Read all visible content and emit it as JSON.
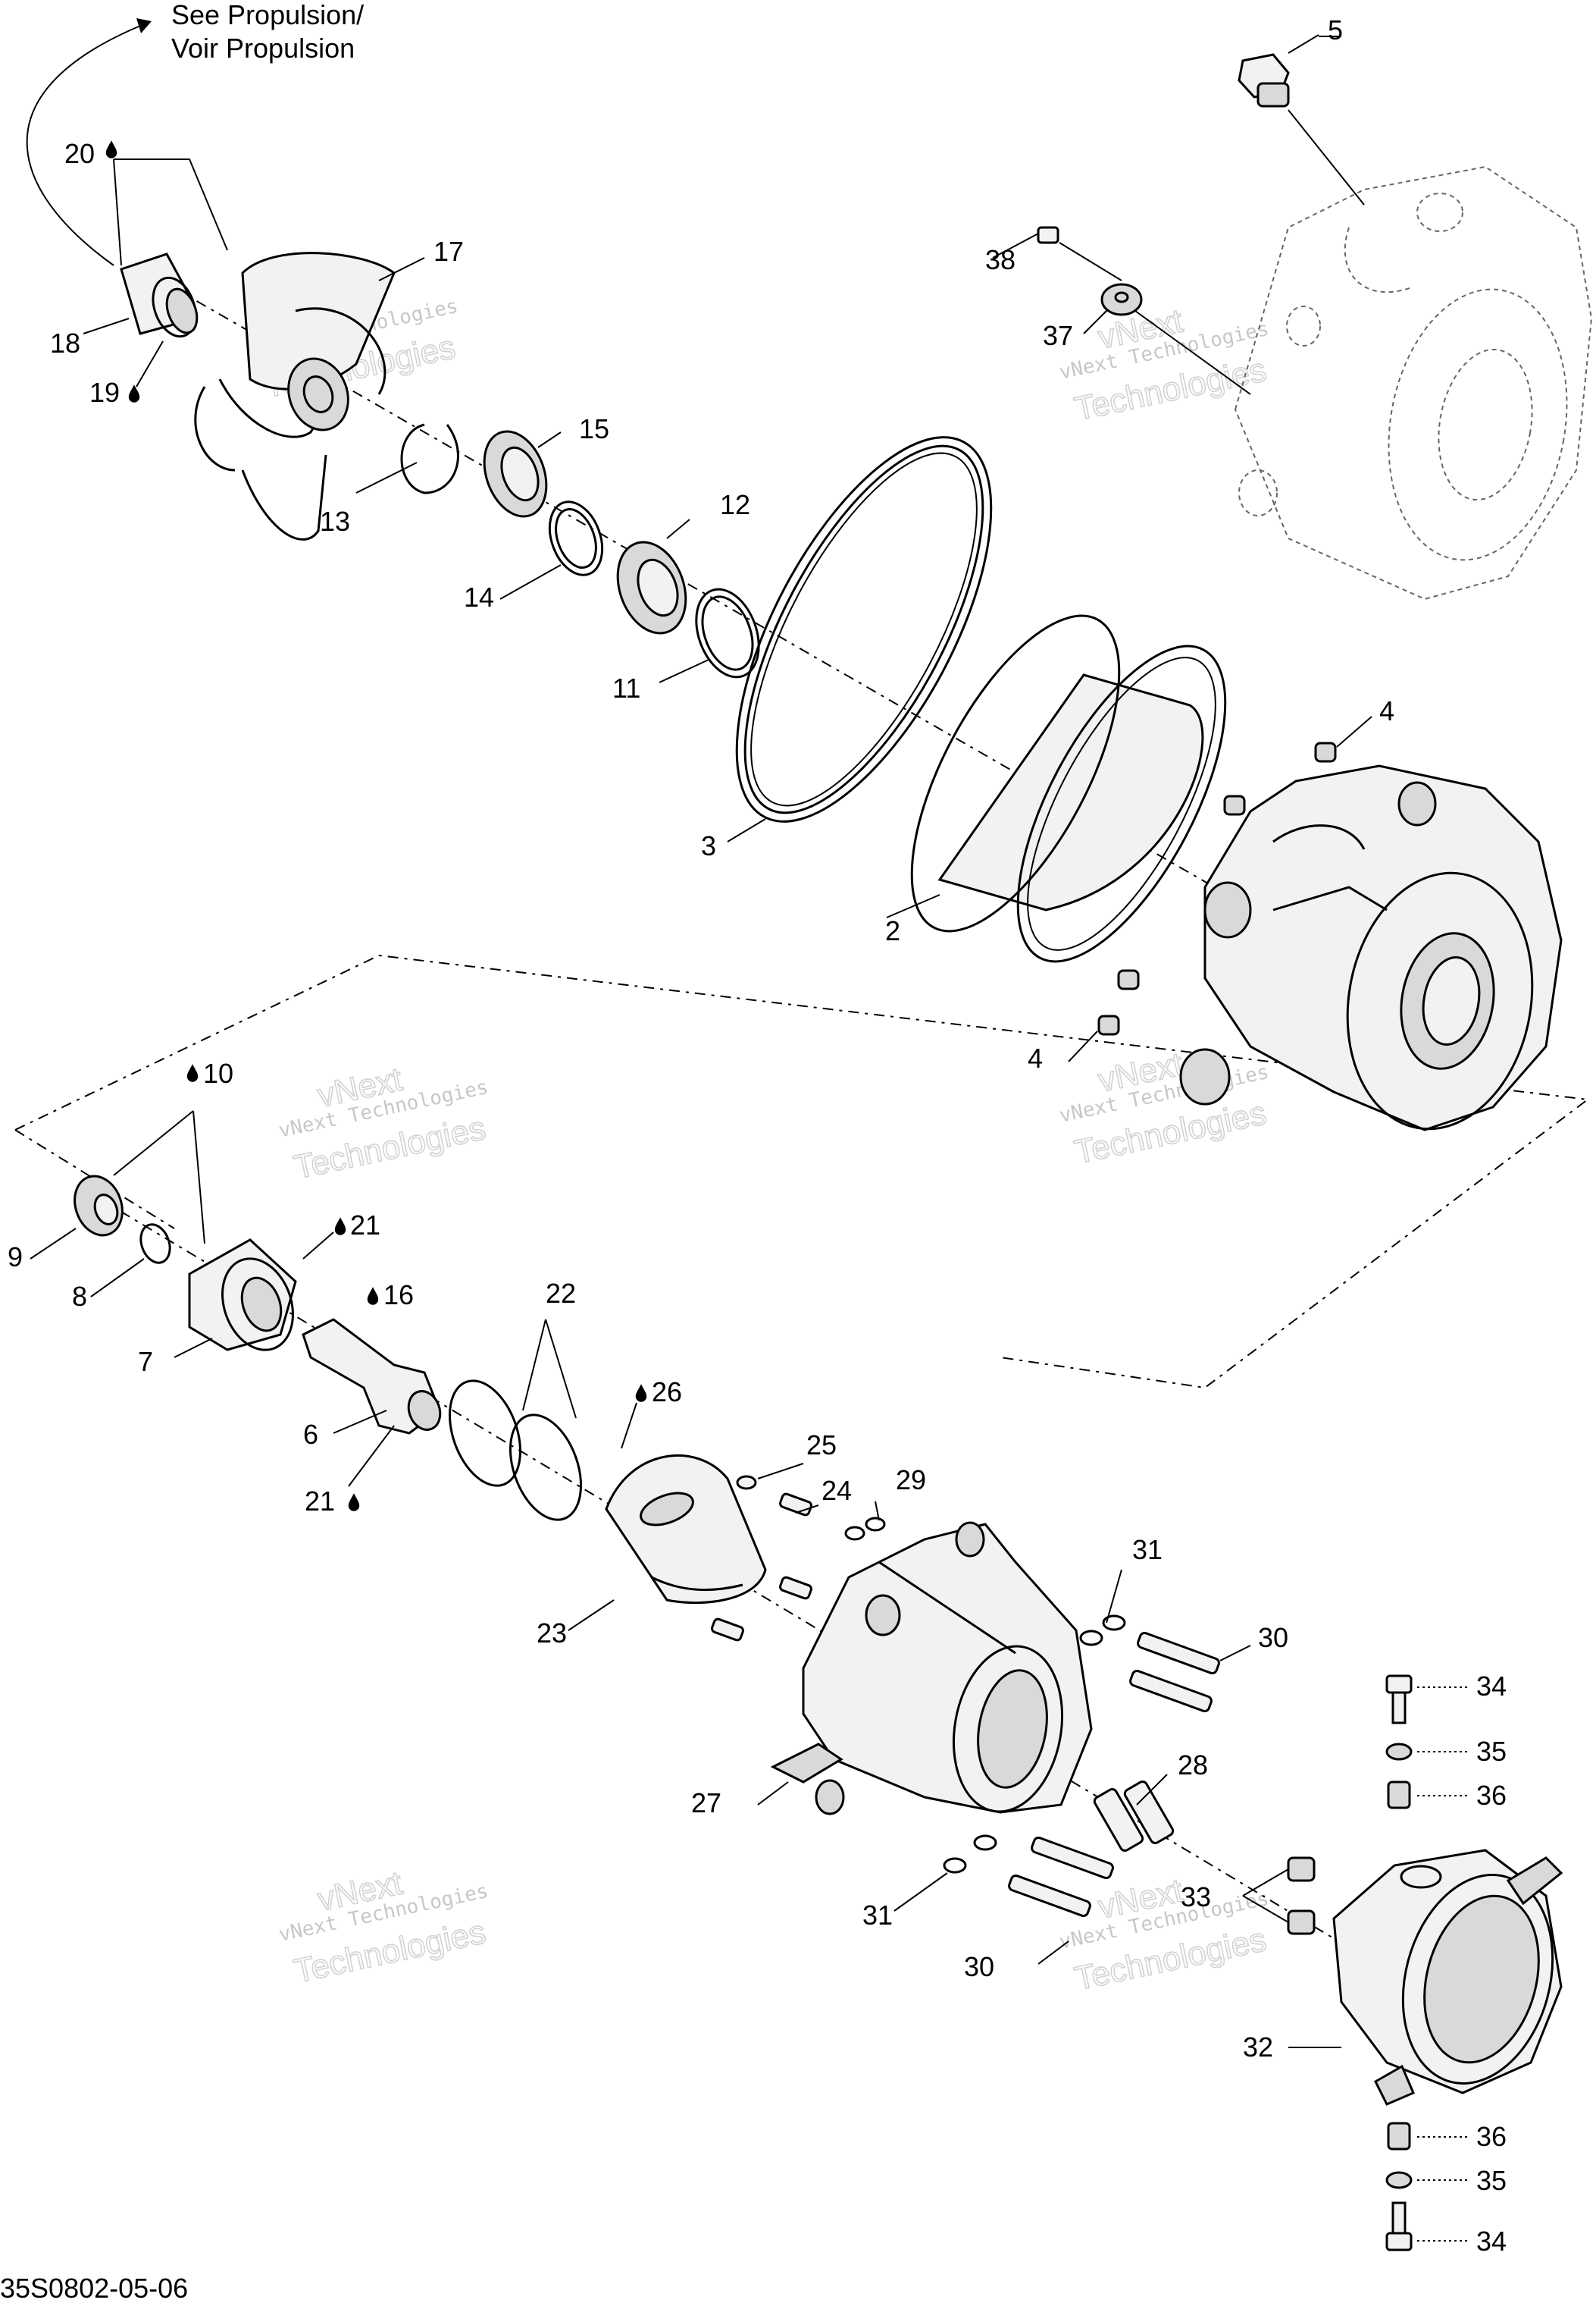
{
  "header": {
    "see_line1": "See Propulsion/",
    "see_line2": "Voir Propulsion"
  },
  "footer": {
    "code": "35S0802-05-06"
  },
  "watermark": {
    "line1": "vNext Technologies",
    "line2": "Technologies",
    "line3": "vNext"
  },
  "labels": {
    "p2": "2",
    "p3": "3",
    "p4a": "4",
    "p4b": "4",
    "p5": "5",
    "p6": "6",
    "p7": "7",
    "p8": "8",
    "p9": "9",
    "p10": "10",
    "p11": "11",
    "p12": "12",
    "p13": "13",
    "p14": "14",
    "p15": "15",
    "p16": "16",
    "p17": "17",
    "p18": "18",
    "p19": "19",
    "p20": "20",
    "p21a": "21",
    "p21b": "21",
    "p22": "22",
    "p23": "23",
    "p24": "24",
    "p25": "25",
    "p26": "26",
    "p27": "27",
    "p28": "28",
    "p29": "29",
    "p30a": "30",
    "p30b": "30",
    "p31a": "31",
    "p31b": "31",
    "p32": "32",
    "p33": "33",
    "p34a": "34",
    "p34b": "34",
    "p35a": "35",
    "p35b": "35",
    "p36a": "36",
    "p36b": "36",
    "p37": "37",
    "p38": "38"
  },
  "icons": {
    "lubricant": "oil-drop-icon"
  }
}
